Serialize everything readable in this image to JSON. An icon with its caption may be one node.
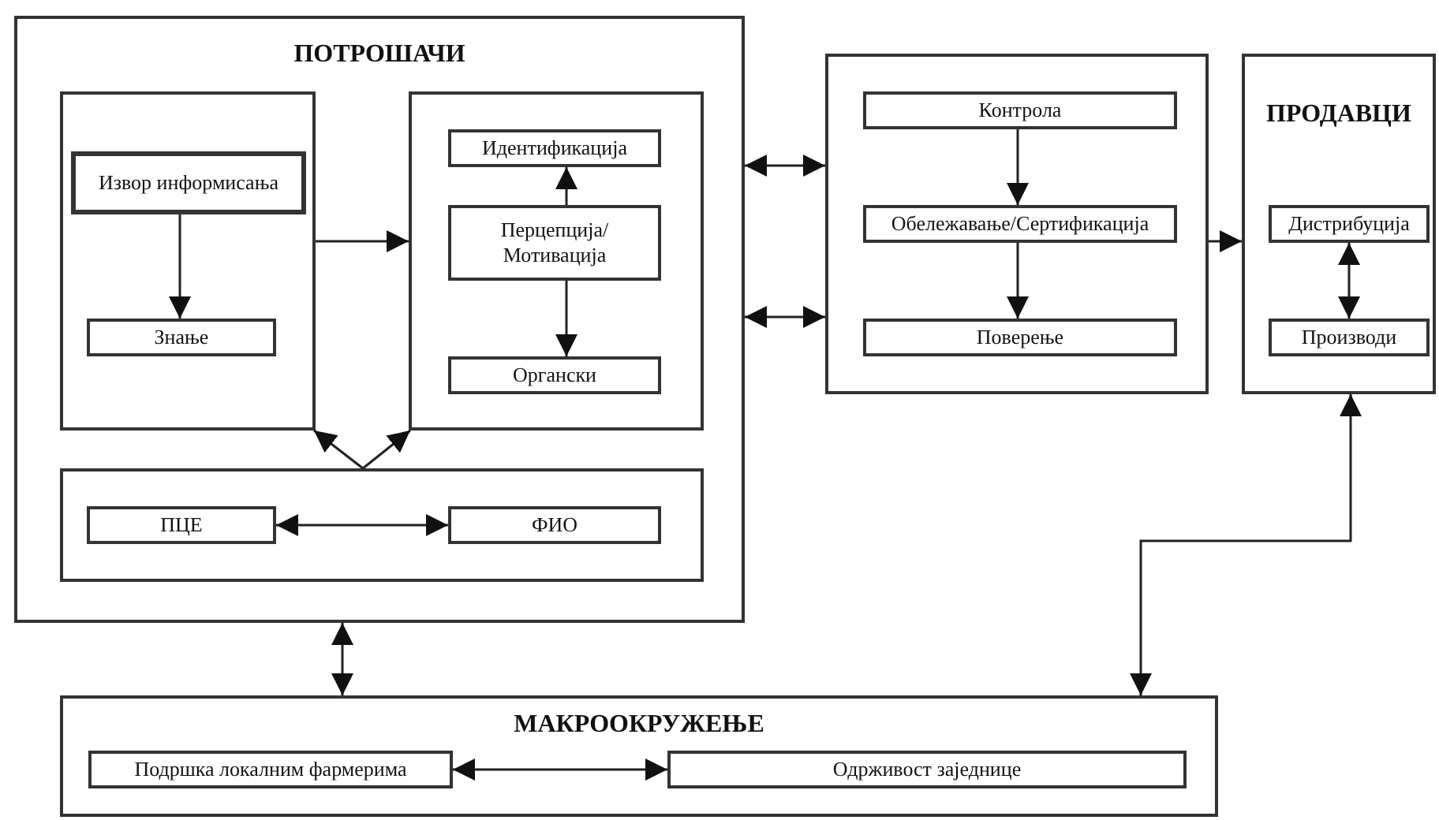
{
  "diagram": {
    "nodes": [
      {
        "text": [
          "ПОТРОШАЧИ"
        ]
      },
      {
        "text": [],
        "shape": "box",
        "in": 0
      },
      {
        "text": [
          "Извор информисања"
        ],
        "in": 1
      },
      {
        "text": [
          "Знање"
        ],
        "in": 1
      },
      {
        "text": [],
        "shape": "box",
        "in": 0
      },
      {
        "text": [
          "Идентификација"
        ],
        "in": 4
      },
      {
        "text": [
          "Перцепција/ Мотивација"
        ],
        "in": 4
      },
      {
        "text": [
          "Органски"
        ],
        "in": 4
      },
      {
        "text": [],
        "shape": "box",
        "in": 0
      },
      {
        "text": [
          "ПЦЕ"
        ],
        "in": 8
      },
      {
        "text": [
          "ФИО"
        ],
        "in": 8
      },
      {
        "text": [],
        "shape": "box"
      },
      {
        "text": [
          "Контрола"
        ],
        "in": 11
      },
      {
        "text": [
          "Обележавање/Сертификација"
        ],
        "in": 11
      },
      {
        "text": [
          "Поверење"
        ],
        "in": 11
      },
      {
        "text": [
          "ПРОДАВЦИ"
        ]
      },
      {
        "text": [
          "Дистрибуција"
        ],
        "in": 15
      },
      {
        "text": [
          "Производи"
        ],
        "in": 15
      },
      {
        "text": [
          "МАКРООКРУЖЕЊЕ"
        ]
      },
      {
        "text": [
          "Подршка локалним фармерима"
        ],
        "in": 18
      },
      {
        "text": [
          "Одрживост заједнице"
        ],
        "in": 18
      }
    ],
    "edges": [
      {
        "from": 2,
        "to": 3,
        "arrow": "to"
      },
      {
        "from": 1,
        "to": 4,
        "arrow": "to"
      },
      {
        "from": 8,
        "to": 1,
        "arrow": "to"
      },
      {
        "from": 8,
        "to": 4,
        "arrow": "to"
      },
      {
        "from": 6,
        "to": 5,
        "arrow": "to"
      },
      {
        "from": 6,
        "to": 7,
        "arrow": "to"
      },
      {
        "from": 9,
        "to": 10,
        "arrow": "both"
      },
      {
        "from": 0,
        "to": 11,
        "arrow": "both"
      },
      {
        "from": 0,
        "to": 11,
        "arrow": "both"
      },
      {
        "from": 12,
        "to": 13,
        "arrow": "to"
      },
      {
        "from": 13,
        "to": 14,
        "arrow": "to"
      },
      {
        "from": 11,
        "to": 15,
        "arrow": "to"
      },
      {
        "from": 16,
        "to": 17,
        "arrow": "both"
      },
      {
        "from": 0,
        "to": 18,
        "arrow": "both"
      },
      {
        "from": 18,
        "to": 15,
        "arrow": "both"
      },
      {
        "from": 19,
        "to": 20,
        "arrow": "both"
      }
    ]
  }
}
